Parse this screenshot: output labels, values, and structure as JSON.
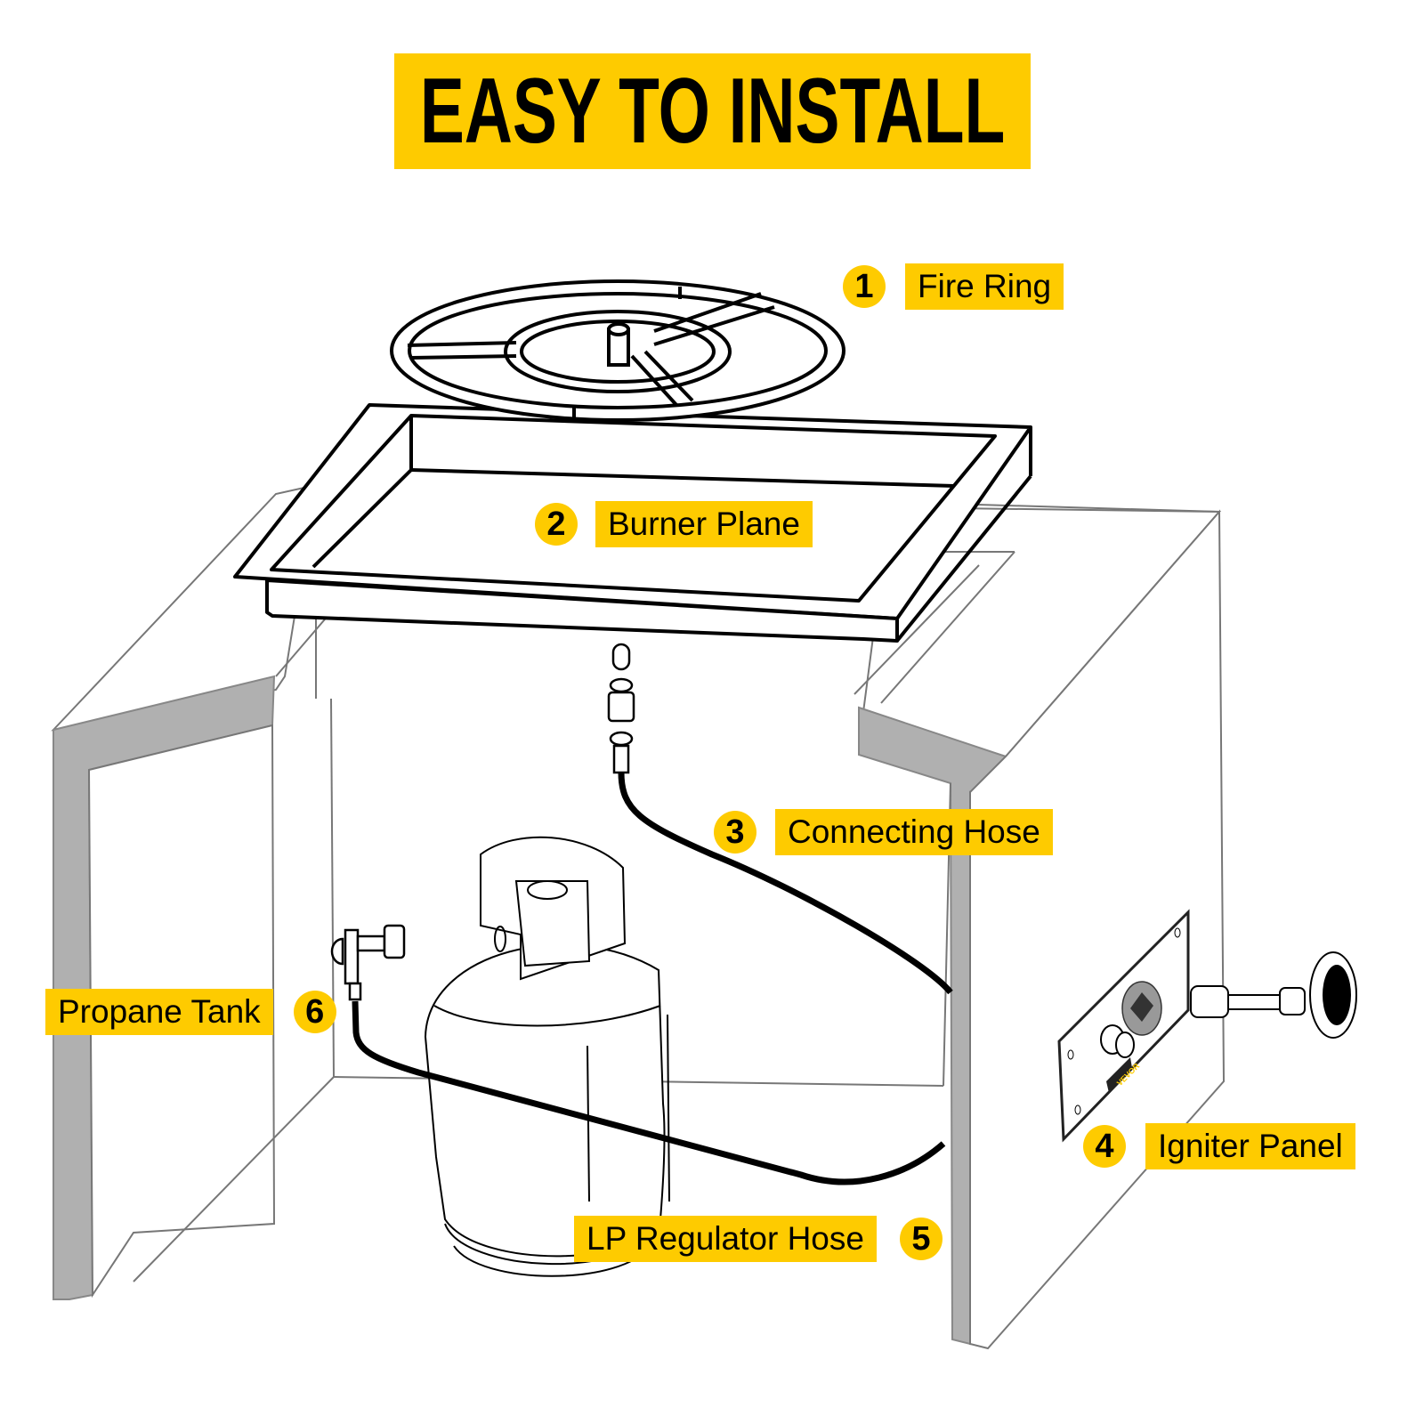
{
  "title": "EASY TO INSTALL",
  "colors": {
    "accent": "#fecb00",
    "text": "#000000",
    "wall_shade": "#b0b0b0",
    "background": "#ffffff"
  },
  "callouts": [
    {
      "number": "1",
      "label": "Fire Ring"
    },
    {
      "number": "2",
      "label": "Burner Plane"
    },
    {
      "number": "3",
      "label": "Connecting Hose"
    },
    {
      "number": "4",
      "label": "Igniter Panel"
    },
    {
      "number": "5",
      "label": "LP Regulator Hose"
    },
    {
      "number": "6",
      "label": "Propane Tank"
    }
  ],
  "panel_brand": "VEVOR"
}
